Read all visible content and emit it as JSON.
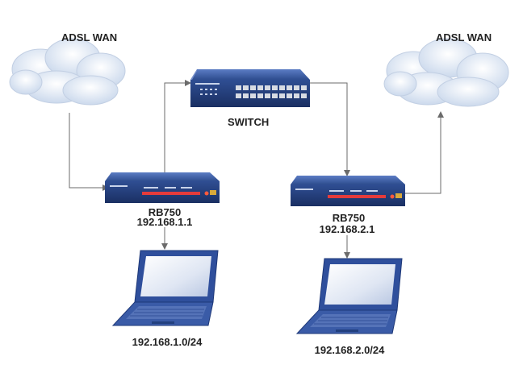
{
  "diagram": {
    "wan_left": {
      "label": "ADSL WAN"
    },
    "wan_right": {
      "label": "ADSL WAN"
    },
    "switch": {
      "label": "SWITCH"
    },
    "router_left": {
      "name": "RB750",
      "ip": "192.168.1.1"
    },
    "router_right": {
      "name": "RB750",
      "ip": "192.168.2.1"
    },
    "laptop_left": {
      "subnet": "192.168.1.0/24"
    },
    "laptop_right": {
      "subnet": "192.168.2.0/24"
    }
  },
  "colors": {
    "device_blue": "#2e4d8f",
    "device_dark": "#1c3266",
    "cloud_blue": "#d9e4f2",
    "connector": "#6b6b6b",
    "laptop_blue": "#3a5ba7"
  }
}
